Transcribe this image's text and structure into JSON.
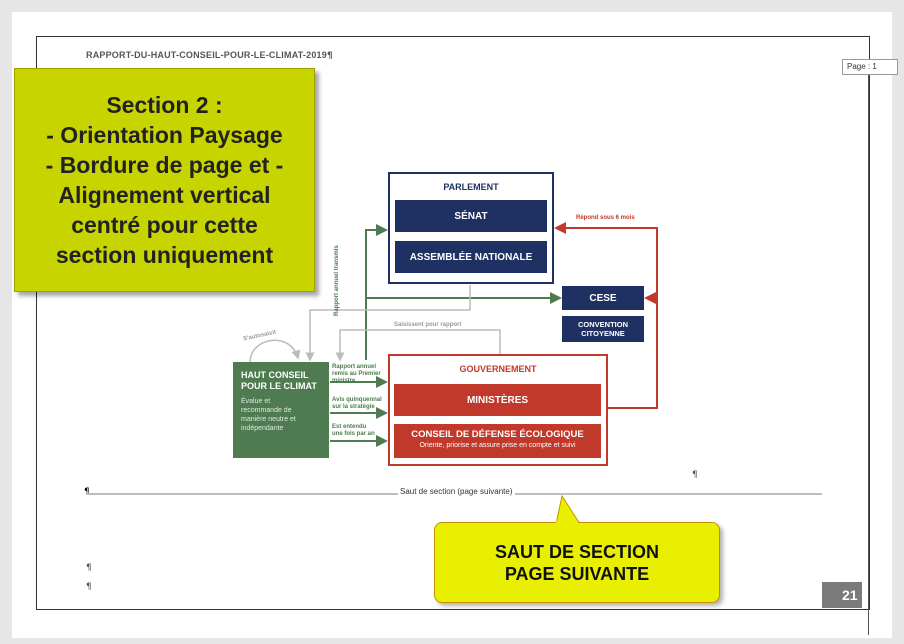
{
  "document": {
    "header_text": "RAPPORT-DU-HAUT-CONSEIL-POUR-LE-CLIMAT-2019",
    "pilcrow": "¶",
    "page_indicator": "Page : 1",
    "section_break": "Saut de section (page suivante)",
    "page_number": "21"
  },
  "callouts": {
    "section2": "Section 2 :\n- Orientation Paysage\n- Bordure de page et -\nAlignement vertical\ncentré pour cette\nsection uniquement",
    "saut": "SAUT DE SECTION\nPAGE SUIVANTE"
  },
  "diagram": {
    "parlement": "PARLEMENT",
    "senat": "SÉNAT",
    "assemblee": "ASSEMBLÉE NATIONALE",
    "cese": "CESE",
    "convention": "CONVENTION\nCITOYENNE",
    "gouvernement": "GOUVERNEMENT",
    "ministeres": "MINISTÈRES",
    "conseil_defense": "CONSEIL DE DÉFENSE ÉCOLOGIQUE",
    "conseil_defense_sub": "Oriente, priorise et assure prise en compte et suivi",
    "hcc_title": "HAUT CONSEIL\nPOUR LE CLIMAT",
    "hcc_desc": "Évalue et\nrecommande de\nmanière neutre et\nindépendante",
    "repond": "Répond sous 6 mois",
    "rapport_transmis": "Rapport annuel transmis",
    "saisissent": "Saisissent pour rapport",
    "autosaisit": "S'autosaisit",
    "rapport_remis": "Rapport annuel\nremis au Premier\nministre",
    "avis": "Avis quinquennal\nsur la stratégie",
    "entendu": "Est entendu\nune fois par an"
  },
  "colors": {
    "navy": "#1f3163",
    "red": "#c0392b",
    "green": "#4e7b50",
    "callout": "#c8d400"
  }
}
